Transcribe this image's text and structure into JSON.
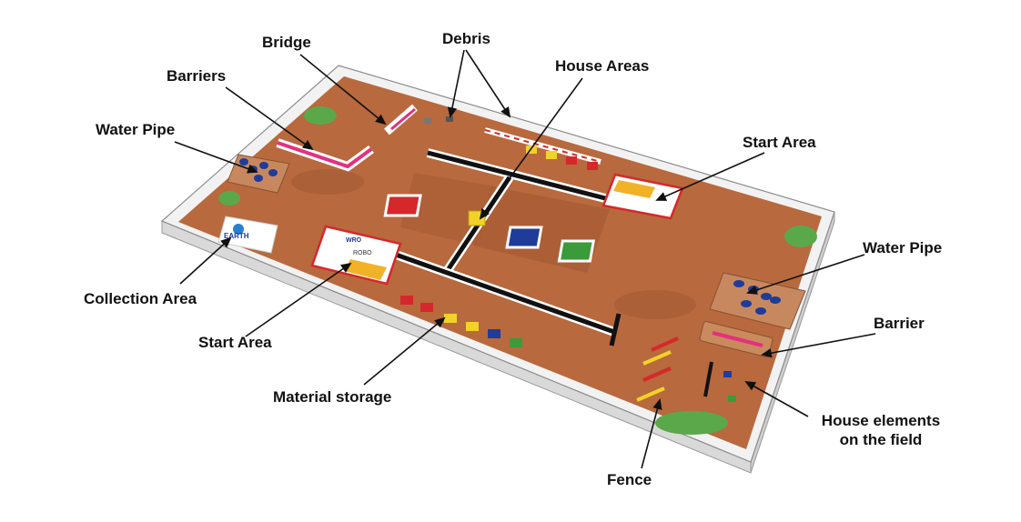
{
  "labels": {
    "bridge": "Bridge",
    "debris": "Debris",
    "house_areas": "House Areas",
    "barriers": "Barriers",
    "water_pipe_left": "Water Pipe",
    "start_area_right": "Start Area",
    "water_pipe_right": "Water Pipe",
    "barrier_right": "Barrier",
    "collection_area": "Collection Area",
    "start_area_left": "Start Area",
    "material_storage": "Material storage",
    "house_elements_line1": "House elements",
    "house_elements_line2": "on the field",
    "fence": "Fence"
  },
  "field_marks": {
    "logo_text": "EARTH",
    "sign_title": "WRO",
    "sign_robo": "ROBO"
  },
  "colors": {
    "mat": "#b8693d",
    "mat_dark": "#9a5230",
    "wall": "#ececec",
    "grass": "#5aa84a",
    "arrow": "#111111",
    "red": "#d6282b",
    "yellow": "#f2d227",
    "blue": "#1f3c9a",
    "green": "#3b9a3a",
    "pink": "#e4307f"
  }
}
